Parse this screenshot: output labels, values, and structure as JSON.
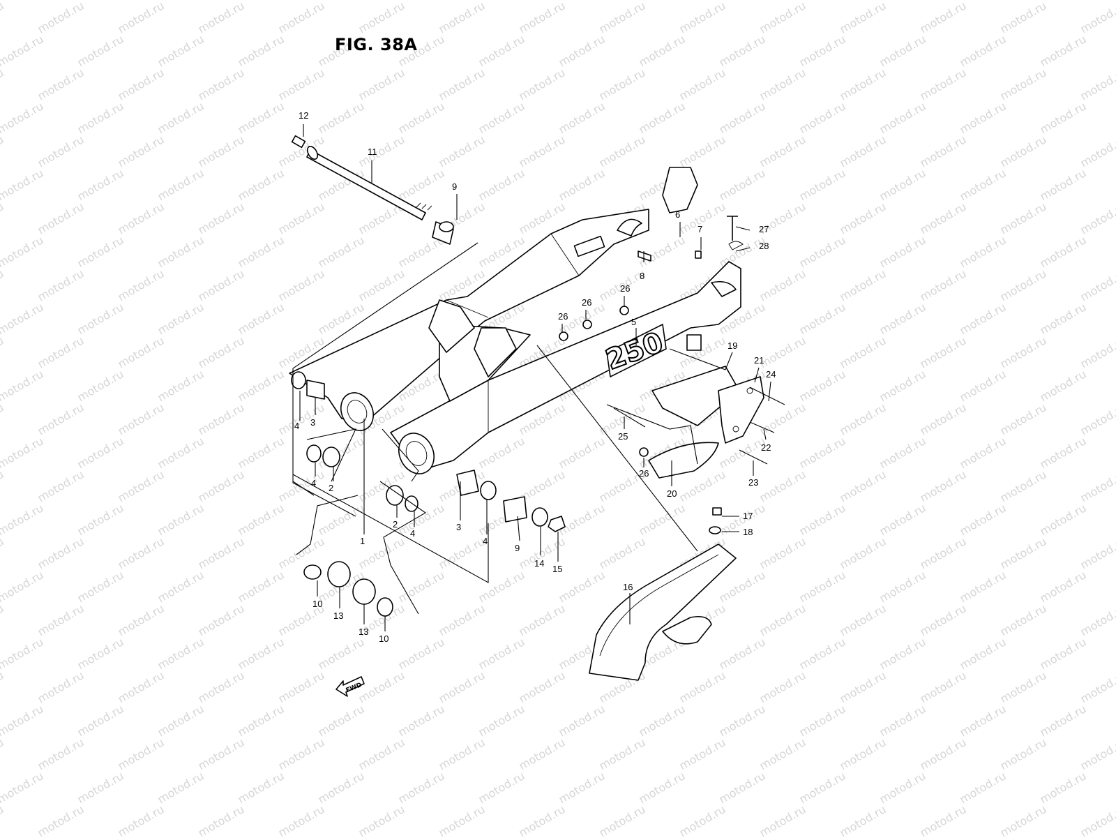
{
  "figure": {
    "title": "FIG. 38A",
    "watermark_text": "motod.ru",
    "model_decal": "250",
    "direction_badge": "FWD"
  },
  "callouts": [
    {
      "id": "c12",
      "label": "12"
    },
    {
      "id": "c11",
      "label": "11"
    },
    {
      "id": "c9a",
      "label": "9"
    },
    {
      "id": "c6",
      "label": "6"
    },
    {
      "id": "c7",
      "label": "7"
    },
    {
      "id": "c8",
      "label": "8"
    },
    {
      "id": "c27",
      "label": "27"
    },
    {
      "id": "c28",
      "label": "28"
    },
    {
      "id": "c26a",
      "label": "26"
    },
    {
      "id": "c26b",
      "label": "26"
    },
    {
      "id": "c26c",
      "label": "26"
    },
    {
      "id": "c5",
      "label": "5"
    },
    {
      "id": "c19",
      "label": "19"
    },
    {
      "id": "c21",
      "label": "21"
    },
    {
      "id": "c24",
      "label": "24"
    },
    {
      "id": "c25",
      "label": "25"
    },
    {
      "id": "c22",
      "label": "22"
    },
    {
      "id": "c26d",
      "label": "26"
    },
    {
      "id": "c23",
      "label": "23"
    },
    {
      "id": "c20",
      "label": "20"
    },
    {
      "id": "c4a",
      "label": "4"
    },
    {
      "id": "c3a",
      "label": "3"
    },
    {
      "id": "c4b",
      "label": "4"
    },
    {
      "id": "c2a",
      "label": "2"
    },
    {
      "id": "c1",
      "label": "1"
    },
    {
      "id": "c2b",
      "label": "2"
    },
    {
      "id": "c4c",
      "label": "4"
    },
    {
      "id": "c3b",
      "label": "3"
    },
    {
      "id": "c4d",
      "label": "4"
    },
    {
      "id": "c9b",
      "label": "9"
    },
    {
      "id": "c14",
      "label": "14"
    },
    {
      "id": "c15",
      "label": "15"
    },
    {
      "id": "c17",
      "label": "17"
    },
    {
      "id": "c18",
      "label": "18"
    },
    {
      "id": "c16",
      "label": "16"
    },
    {
      "id": "c10a",
      "label": "10"
    },
    {
      "id": "c13a",
      "label": "13"
    },
    {
      "id": "c13b",
      "label": "13"
    },
    {
      "id": "c10b",
      "label": "10"
    }
  ]
}
